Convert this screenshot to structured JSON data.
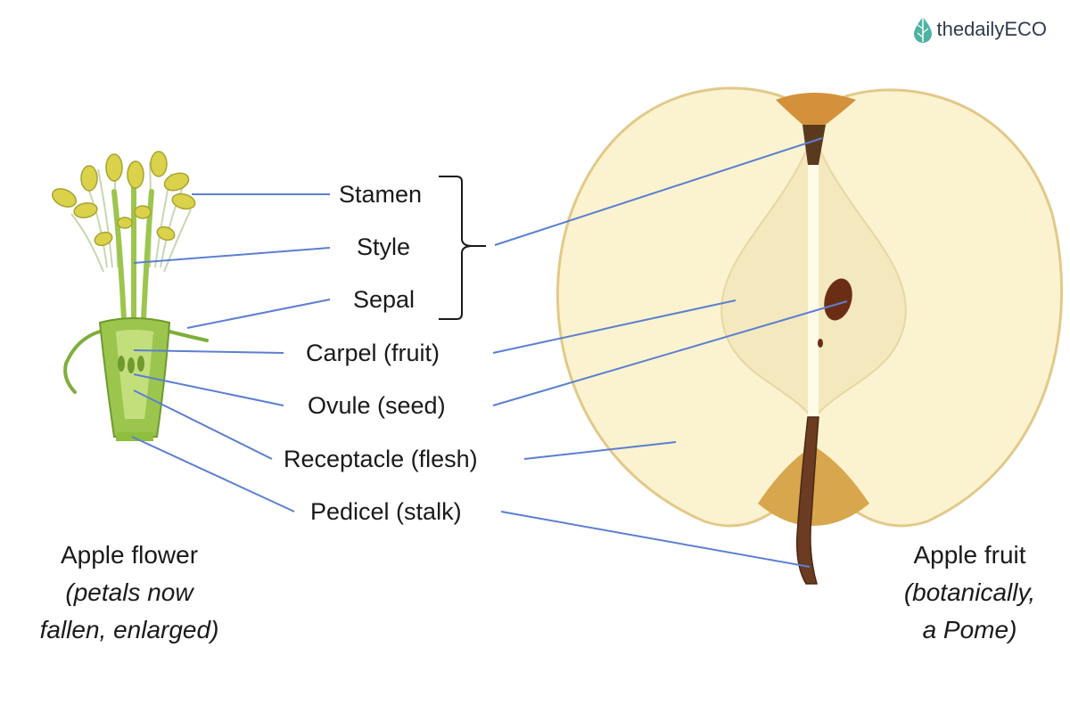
{
  "brand": {
    "name": "thedailyECO",
    "icon": "leaf-drop-icon",
    "icon_color": "#4db3a0"
  },
  "labels": {
    "stamen": "Stamen",
    "style": "Style",
    "sepal": "Sepal",
    "carpel": "Carpel (fruit)",
    "ovule": "Ovule (seed)",
    "receptacle": "Receptacle (flesh)",
    "pedicel": "Pedicel (stalk)"
  },
  "captions": {
    "flower_title": "Apple flower",
    "flower_note_1": "(petals now",
    "flower_note_2": "fallen, enlarged)",
    "fruit_title": "Apple fruit",
    "fruit_note_1": "(botanically,",
    "fruit_note_2": "a Pome)"
  },
  "colors": {
    "leader_line": "#5b7fd1",
    "apple_flesh": "#fbf3cf",
    "apple_skin": "#d4913b",
    "flower_green": "#8fbe3e",
    "anther_yellow": "#d9d24a"
  }
}
